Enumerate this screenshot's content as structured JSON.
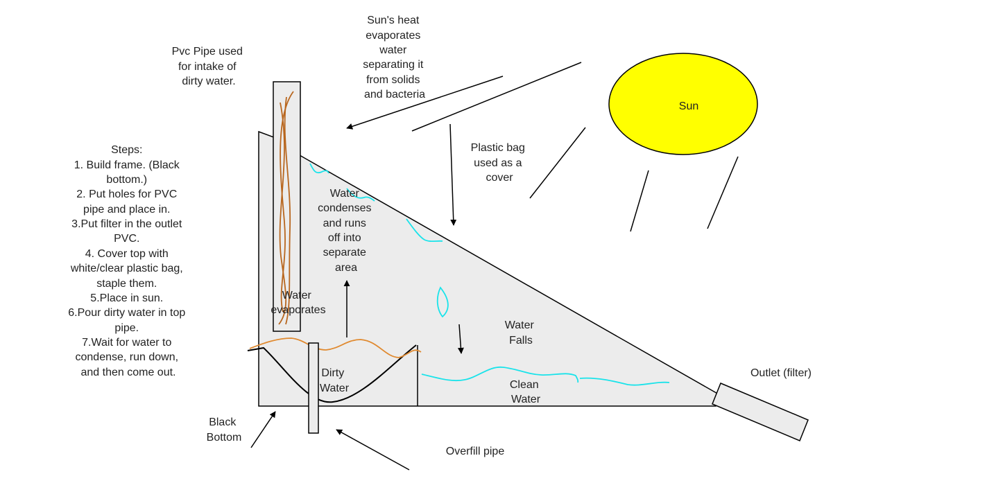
{
  "colors": {
    "sun_fill": "#ffff00",
    "still_fill": "#ececec",
    "water_cyan": "#19e3ea",
    "dirty_water": "#e08a30",
    "pipe_fiber": "#b8661e",
    "line": "#000000"
  },
  "labels": {
    "pvc_intake": [
      "Pvc Pipe used",
      "for intake of",
      "dirty water."
    ],
    "sun_heat": [
      "Sun's heat",
      "evaporates",
      "water",
      "separating it",
      "from solids",
      "and bacteria"
    ],
    "sun": "Sun",
    "plastic_bag": [
      "Plastic bag",
      "used as a",
      "cover"
    ],
    "condenses": [
      "Water",
      "condenses",
      "and runs",
      "off into",
      "separate",
      "area"
    ],
    "evaporates": [
      "Water",
      "evaporates"
    ],
    "water_falls": [
      "Water",
      "Falls"
    ],
    "dirty_water": [
      "Dirty",
      "Water"
    ],
    "clean_water": [
      "Clean",
      "Water"
    ],
    "outlet": "Outlet (filter)",
    "black_bottom": [
      "Black",
      "Bottom"
    ],
    "overfill": "Overfill pipe"
  },
  "steps": [
    "Steps:",
    "1. Build frame. (Black",
    "bottom.)",
    "2. Put holes for PVC",
    "pipe and place in.",
    "3.Put filter in the outlet",
    "PVC.",
    "4. Cover top with",
    "white/clear plastic bag,",
    "staple them.",
    "5.Place in sun.",
    "6.Pour dirty water in top",
    "pipe.",
    "7.Wait for water to",
    "condense, run down,",
    "and then come out."
  ]
}
